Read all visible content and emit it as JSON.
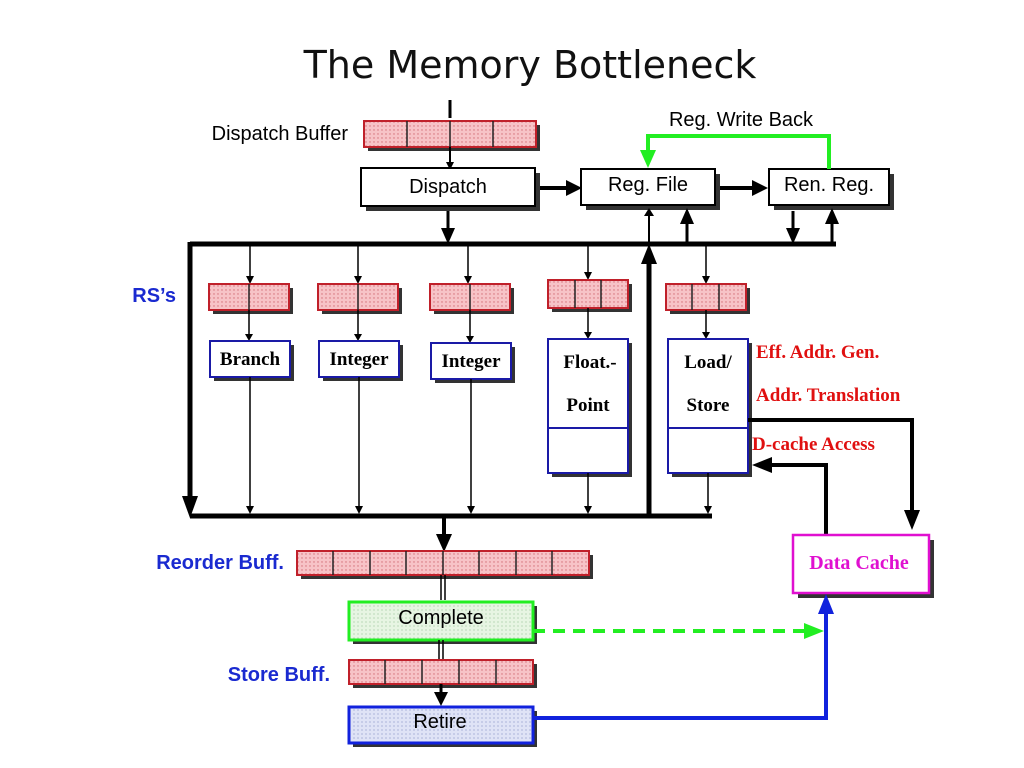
{
  "title": "The Memory Bottleneck",
  "labels": {
    "dispatch_buffer": "Dispatch Buffer",
    "dispatch": "Dispatch",
    "reg_file": "Reg. File",
    "ren_reg": "Ren. Reg.",
    "reg_write_back": "Reg. Write Back",
    "rs": "RS’s",
    "reorder_buff": "Reorder Buff.",
    "store_buff": "Store Buff.",
    "complete": "Complete",
    "retire": "Retire",
    "data_cache": "Data Cache",
    "eff_addr_gen": "Eff. Addr. Gen.",
    "addr_translation": "Addr. Translation",
    "dcache_access": "D-cache Access"
  },
  "units": {
    "branch": "Branch",
    "integer1": "Integer",
    "integer2": "Integer",
    "float_line1": "Float.-",
    "float_line2": "Point",
    "load_line1": "Load/",
    "load_line2": "Store"
  },
  "colors": {
    "buffer_fill": "#f4b8bc",
    "buffer_border": "#c0202a",
    "unit_border": "#1a1aa6",
    "blue_text": "#1a2ad0",
    "red_text": "#e01010",
    "magenta": "#e010d0",
    "green": "#22ee22",
    "blue_line": "#1122dd"
  }
}
